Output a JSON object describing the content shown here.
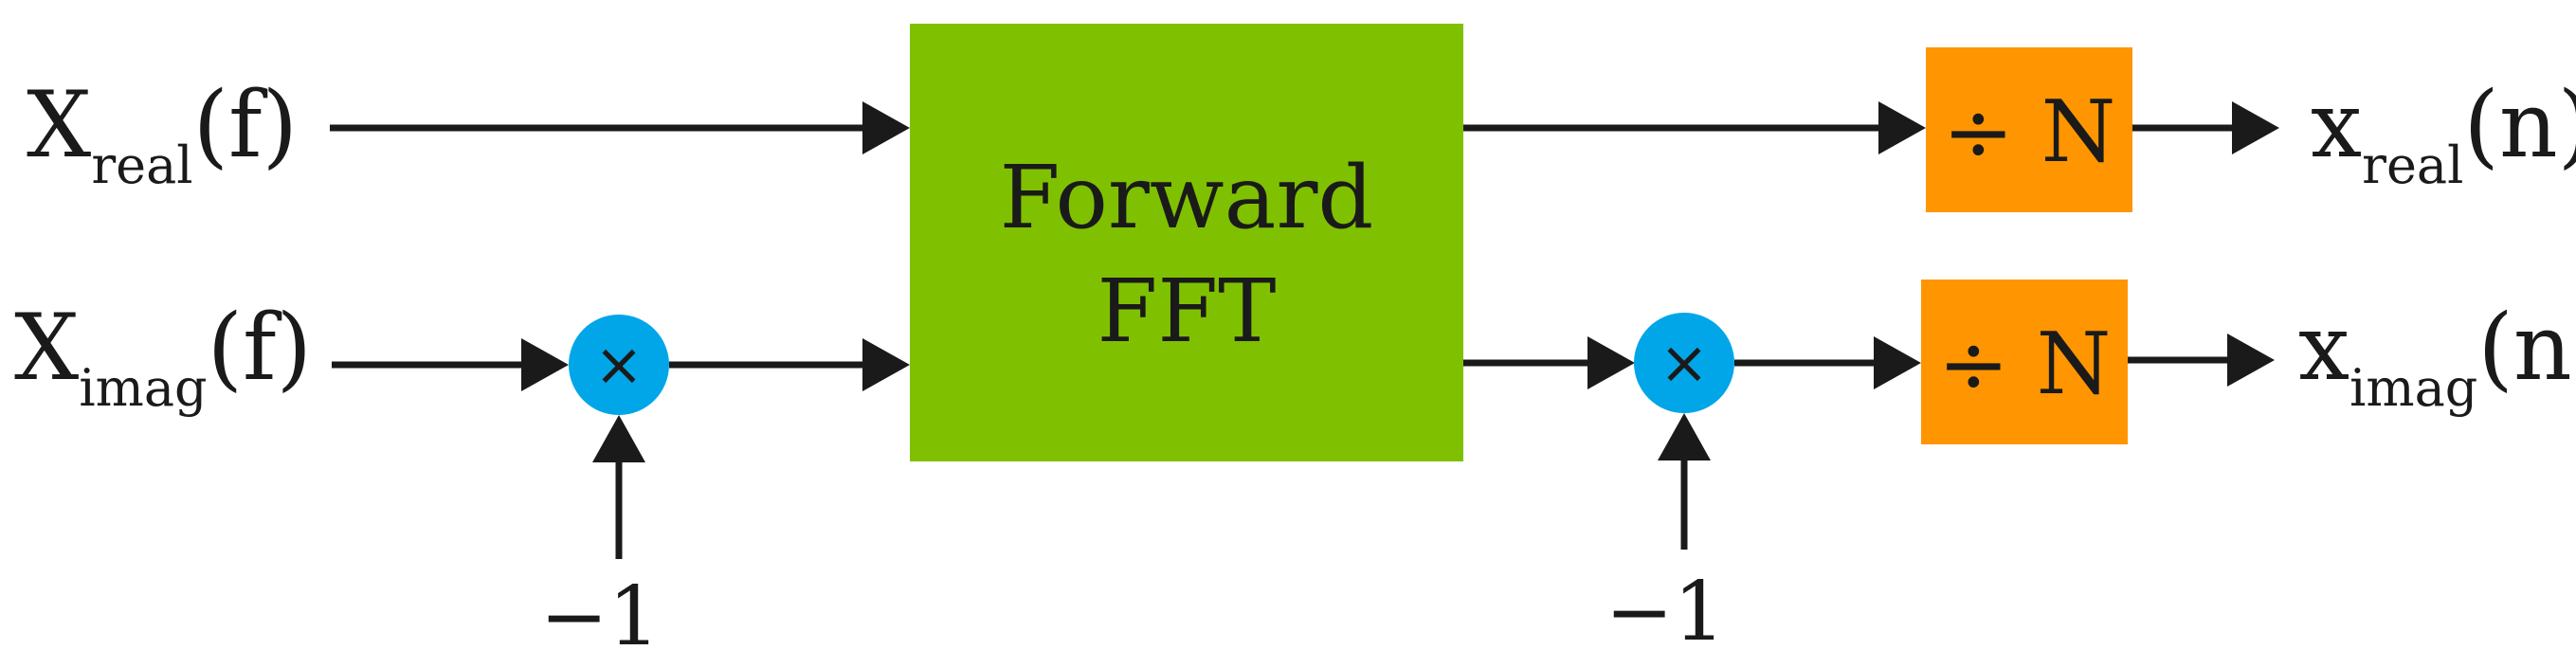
{
  "inputs": {
    "real": {
      "main": "X",
      "sub": "real",
      "arg": "(f)"
    },
    "imag": {
      "main": "X",
      "sub": "imag",
      "arg": "(f)"
    }
  },
  "outputs": {
    "real": {
      "main": "x",
      "sub": "real",
      "arg": "(n)"
    },
    "imag": {
      "main": "x",
      "sub": "imag",
      "arg": "(n)"
    }
  },
  "fft_block": {
    "line1": "Forward",
    "line2": "FFT",
    "color": "#7fc100"
  },
  "divide_block": {
    "label": "÷ N",
    "color": "#ff9500"
  },
  "multiplier": {
    "symbol": "×",
    "color": "#00a6e8"
  },
  "constant": {
    "label": "−1"
  }
}
